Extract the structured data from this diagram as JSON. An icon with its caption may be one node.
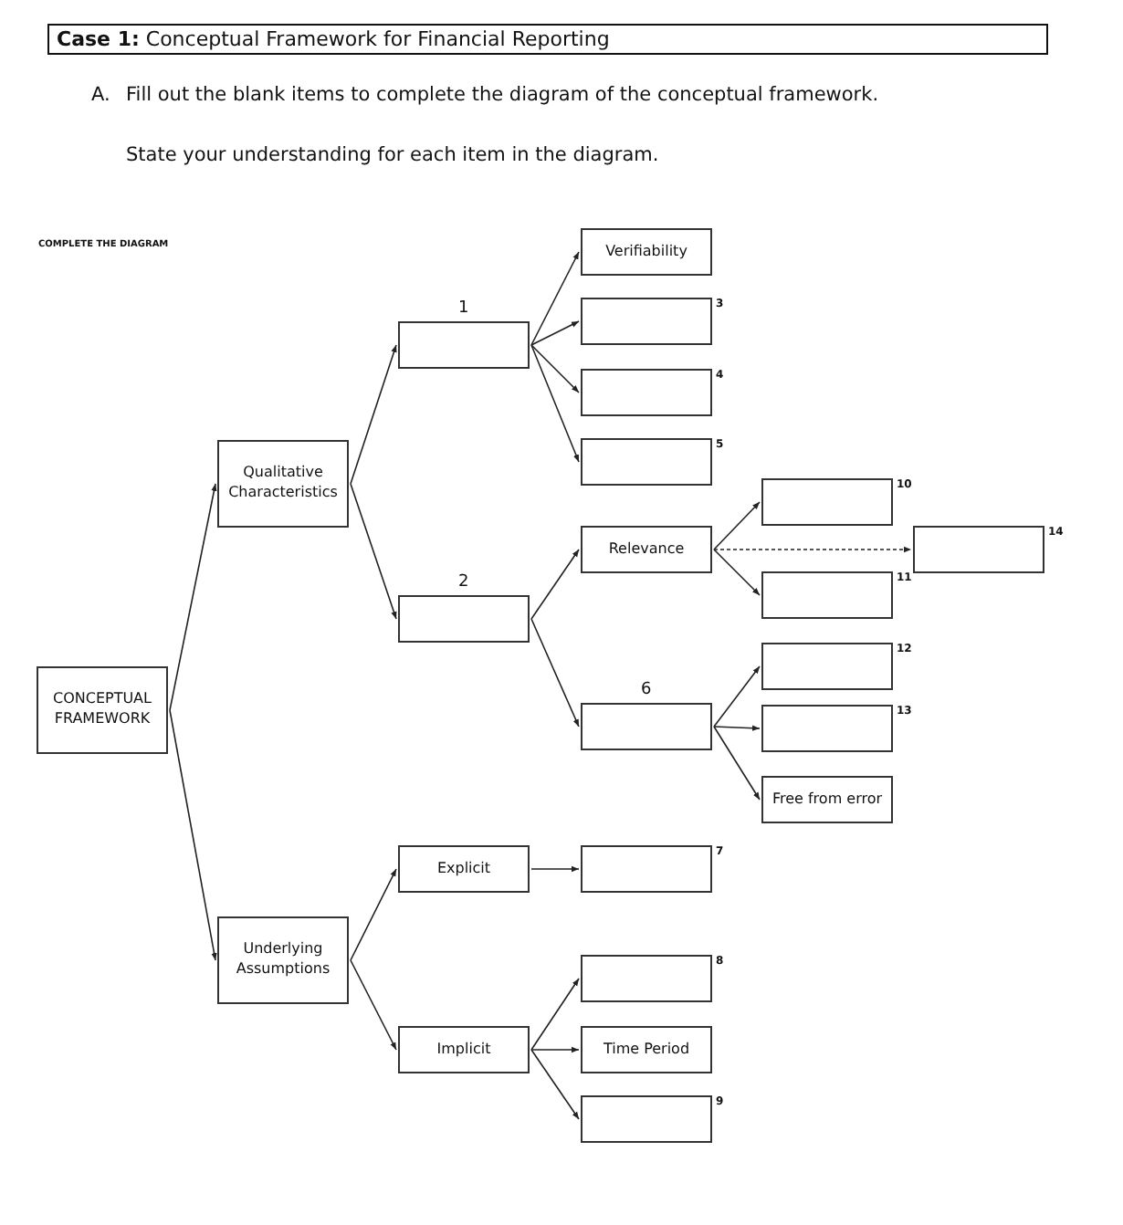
{
  "diagram": {
    "title": "**Case 1:** Conceptual Framework for Financial Reporting",
    "nodes": [
      {
        "text": [
          "CONCEPTUAL FRAMEWORK"
        ]
      },
      {
        "text": [
          "Qualitative Characteristics"
        ]
      },
      {
        "text": [
          "Underlying Assumptions"
        ]
      },
      {
        "text": [],
        "shape": "box",
        "beside": [
          "1"
        ]
      },
      {
        "text": [],
        "shape": "box",
        "beside": [
          "2"
        ]
      },
      {
        "text": [
          "Explicit"
        ]
      },
      {
        "text": [
          "Implicit"
        ]
      },
      {
        "text": [
          "Verifiability"
        ]
      },
      {
        "text": [],
        "shape": "box",
        "beside": [
          "3"
        ]
      },
      {
        "text": [],
        "shape": "box",
        "beside": [
          "4"
        ]
      },
      {
        "text": [],
        "shape": "box",
        "beside": [
          "5"
        ]
      },
      {
        "text": [
          "Relevance"
        ]
      },
      {
        "text": [],
        "shape": "box",
        "beside": [
          "6"
        ]
      },
      {
        "text": [],
        "shape": "box",
        "beside": [
          "7"
        ]
      },
      {
        "text": [],
        "shape": "box",
        "beside": [
          "8"
        ]
      },
      {
        "text": [
          "Time Period"
        ]
      },
      {
        "text": [],
        "shape": "box",
        "beside": [
          "9"
        ]
      },
      {
        "text": [],
        "shape": "box",
        "beside": [
          "10"
        ]
      },
      {
        "text": [],
        "shape": "box",
        "beside": [
          "11"
        ]
      },
      {
        "text": [],
        "shape": "box",
        "beside": [
          "12"
        ]
      },
      {
        "text": [],
        "shape": "box",
        "beside": [
          "13"
        ]
      },
      {
        "text": [
          "Free from error"
        ]
      },
      {
        "text": [],
        "shape": "box",
        "beside": [
          "14"
        ]
      }
    ],
    "edges": [
      {
        "from": 0,
        "to": 1,
        "arrow": "to"
      },
      {
        "from": 0,
        "to": 2,
        "arrow": "to"
      },
      {
        "from": 1,
        "to": 3,
        "arrow": "to"
      },
      {
        "from": 1,
        "to": 4,
        "arrow": "to"
      },
      {
        "from": 2,
        "to": 5,
        "arrow": "to"
      },
      {
        "from": 2,
        "to": 6,
        "arrow": "to"
      },
      {
        "from": 3,
        "to": 7,
        "arrow": "to"
      },
      {
        "from": 3,
        "to": 8,
        "arrow": "to"
      },
      {
        "from": 3,
        "to": 9,
        "arrow": "to"
      },
      {
        "from": 3,
        "to": 10,
        "arrow": "to"
      },
      {
        "from": 4,
        "to": 11,
        "arrow": "to"
      },
      {
        "from": 4,
        "to": 12,
        "arrow": "to"
      },
      {
        "from": 11,
        "to": 17,
        "arrow": "to"
      },
      {
        "from": 11,
        "to": 22,
        "arrow": "to",
        "style": "dashed"
      },
      {
        "from": 11,
        "to": 18,
        "arrow": "to"
      },
      {
        "from": 12,
        "to": 19,
        "arrow": "to"
      },
      {
        "from": 12,
        "to": 20,
        "arrow": "to"
      },
      {
        "from": 12,
        "to": 21,
        "arrow": "to"
      },
      {
        "from": 5,
        "to": 13,
        "arrow": "to"
      },
      {
        "from": 6,
        "to": 14,
        "arrow": "to"
      },
      {
        "from": 6,
        "to": 15,
        "arrow": "to"
      },
      {
        "from": 6,
        "to": 16,
        "arrow": "to"
      }
    ],
    "labels": [
      "A.",
      "Fill out the blank items to complete the diagram of the conceptual framework.",
      "State your understanding for each item in the diagram.",
      "COMPLETE THE DIAGRAM"
    ]
  }
}
